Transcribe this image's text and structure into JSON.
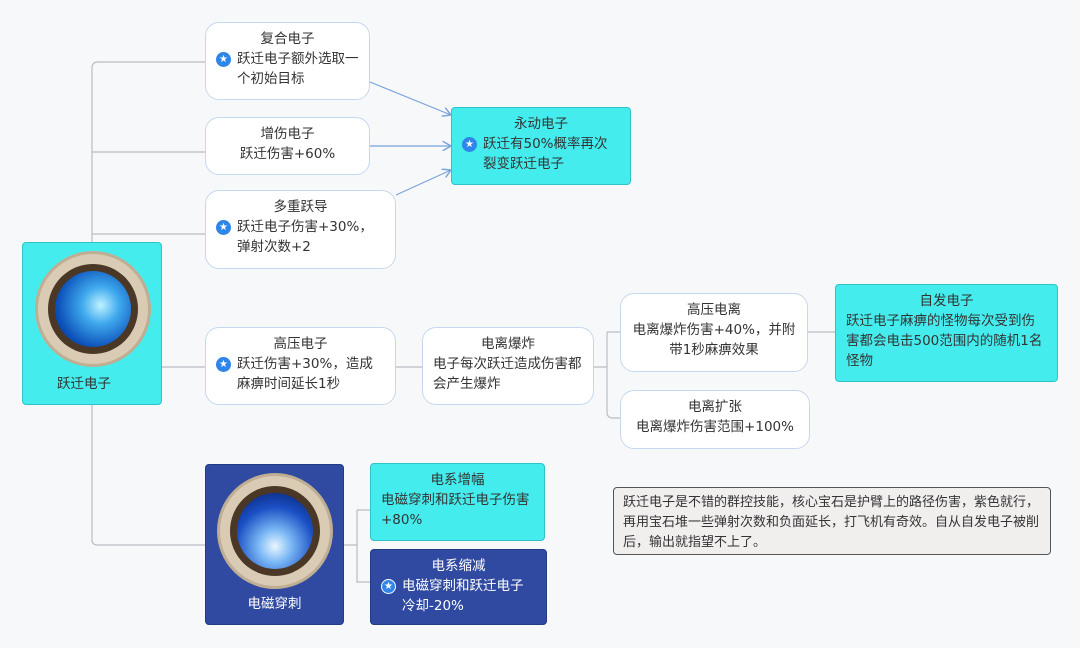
{
  "root": {
    "label": "跃迁电子",
    "icon": "lightning-orb-icon"
  },
  "nodes": {
    "fuhe": {
      "title": "复合电子",
      "desc": "跃迁电子额外选取一个初始目标",
      "starred": true
    },
    "zengshang": {
      "title": "增伤电子",
      "desc": "跃迁伤害+60%"
    },
    "duochong": {
      "title": "多重跃导",
      "desc": "跃迁电子伤害+30%，弹射次数+2",
      "starred": true
    },
    "yongdong": {
      "title": "永动电子",
      "desc": "跃迁有50%概率再次裂变跃迁电子",
      "starred": true
    },
    "gaoya": {
      "title": "高压电子",
      "desc": "跃迁伤害+30%，造成麻痹时间延长1秒",
      "starred": true
    },
    "dianli": {
      "title": "电离爆炸",
      "desc": "电子每次跃迁造成伤害都会产生爆炸"
    },
    "gaoyadianli": {
      "title": "高压电离",
      "desc": "电离爆炸伤害+40%，并附带1秒麻痹效果"
    },
    "dianlikuozhang": {
      "title": "电离扩张",
      "desc": "电离爆炸伤害范围+100%"
    },
    "zifa": {
      "title": "自发电子",
      "desc": "跃迁电子麻痹的怪物每次受到伤害都会电击500范围内的随机1名怪物"
    },
    "dianci": {
      "label": "电磁穿刺",
      "icon": "lightning-pierce-icon"
    },
    "zengfu": {
      "title": "电系增幅",
      "desc": "电磁穿刺和跃迁电子伤害+80%"
    },
    "suojian": {
      "title": "电系缩减",
      "desc": "电磁穿刺和跃迁电子冷却-20%",
      "starred": true
    }
  },
  "note": "跃迁电子是不错的群控技能，核心宝石是护臂上的路径伤害，紫色就行，再用宝石堆一些弹射次数和负面延长，打飞机有奇效。自从自发电子被削后，输出就指望不上了。",
  "colors": {
    "cyan": "#45ecee",
    "dark": "#2f4aa0",
    "star": "#2f86e8"
  }
}
